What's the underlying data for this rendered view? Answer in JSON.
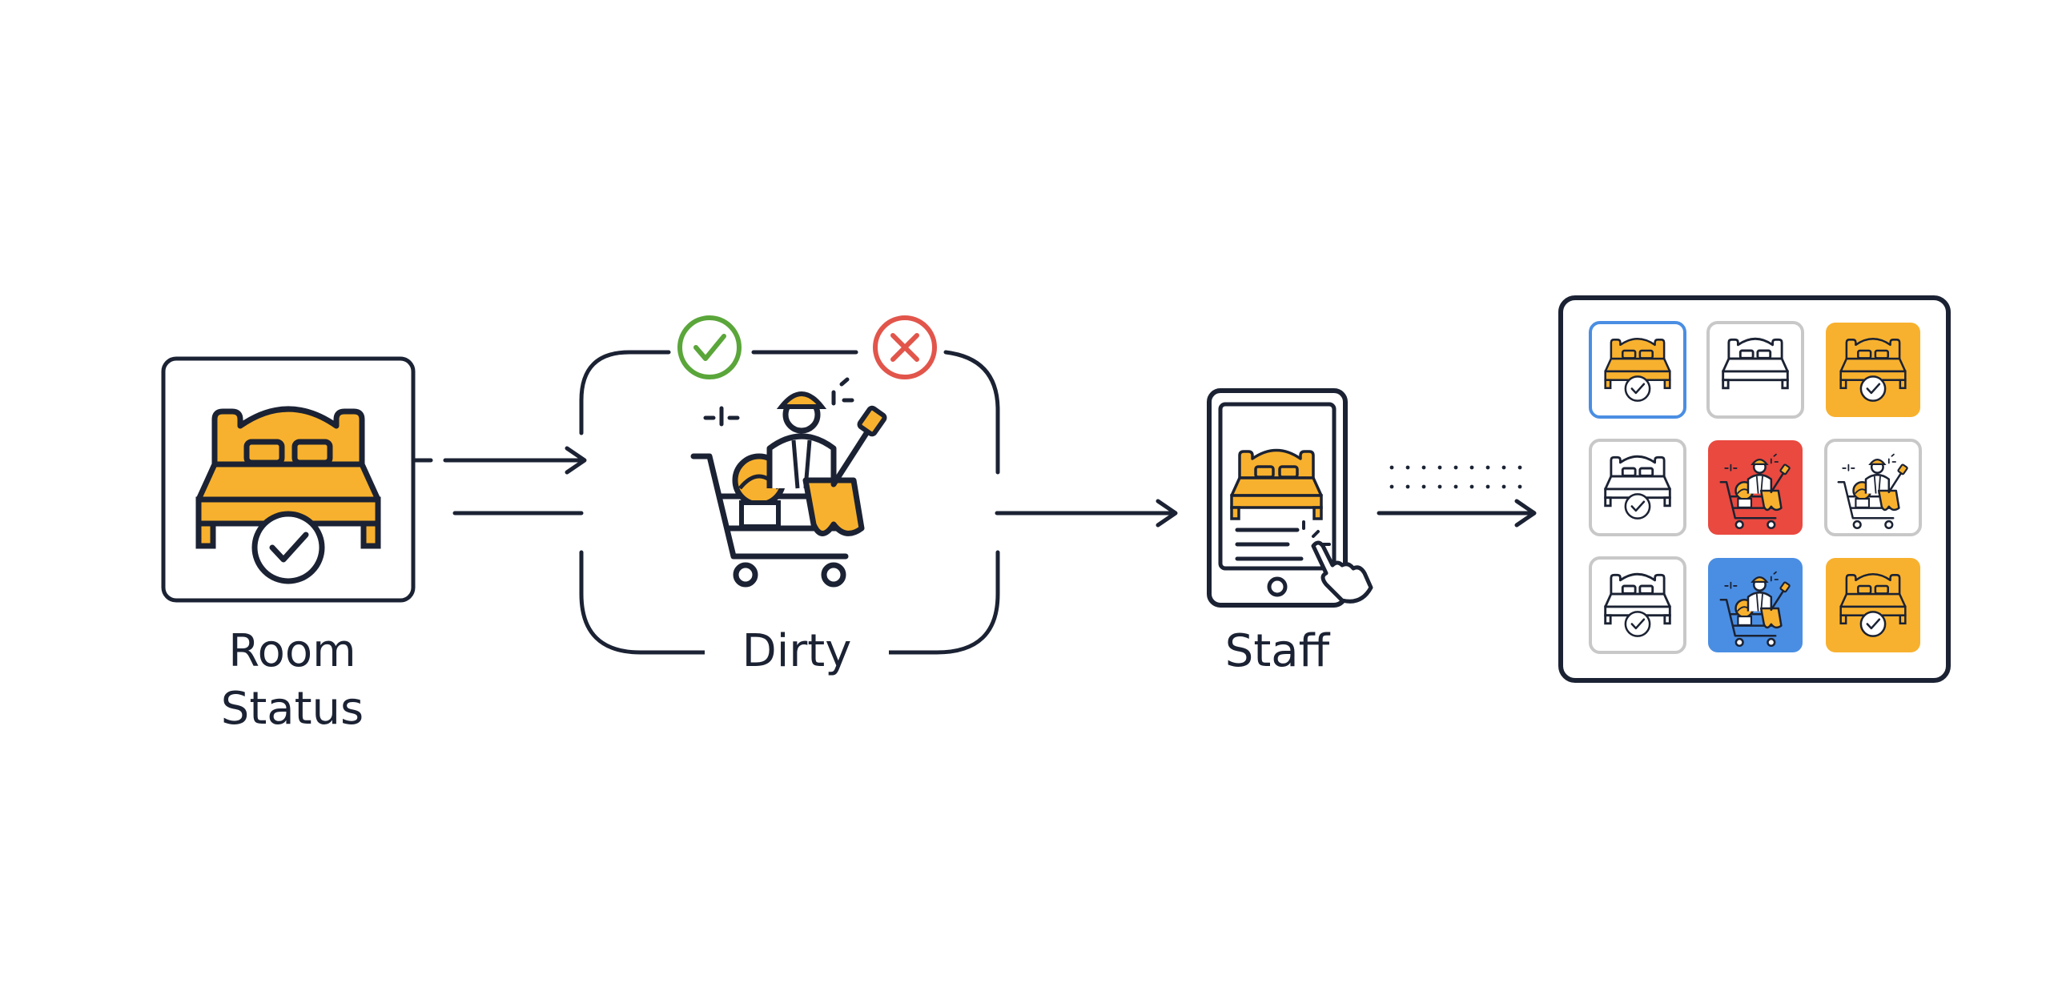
{
  "labels": {
    "room_status_line1": "Room",
    "room_status_line2": "Status",
    "dirty": "Dirty",
    "staff": "Staff"
  },
  "colors": {
    "ink": "#1b2233",
    "accent_orange": "#f8b12e",
    "check_green": "#5aa63a",
    "cross_red": "#e2554b",
    "tile_red": "#e9493f",
    "tile_blue": "#4a8ee3",
    "highlight_blue": "#4a8ee3",
    "tile_gray_border": "#c8c8c8"
  },
  "icons": {
    "room_card": "bed-check-icon",
    "process_top_left": "check-circle-icon",
    "process_top_right": "x-circle-icon",
    "process_center": "housekeeping-cart-icon",
    "staff_device": "tablet-tap-icon"
  },
  "grid": [
    {
      "icon": "bed-check-icon",
      "style": "outlined-blue",
      "fill": "orange"
    },
    {
      "icon": "bed-icon",
      "style": "outlined-gray",
      "fill": "white"
    },
    {
      "icon": "bed-check-icon",
      "style": "solid-orange",
      "fill": "orange"
    },
    {
      "icon": "bed-check-icon",
      "style": "outlined-gray",
      "fill": "white"
    },
    {
      "icon": "housekeeping-cart-icon",
      "style": "solid-red",
      "fill": "red"
    },
    {
      "icon": "housekeeping-cart-icon",
      "style": "outlined-gray",
      "fill": "white"
    },
    {
      "icon": "bed-check-icon",
      "style": "outlined-gray",
      "fill": "white"
    },
    {
      "icon": "housekeeping-cart-icon",
      "style": "solid-blue",
      "fill": "blue"
    },
    {
      "icon": "bed-check-icon",
      "style": "solid-orange",
      "fill": "orange"
    }
  ]
}
